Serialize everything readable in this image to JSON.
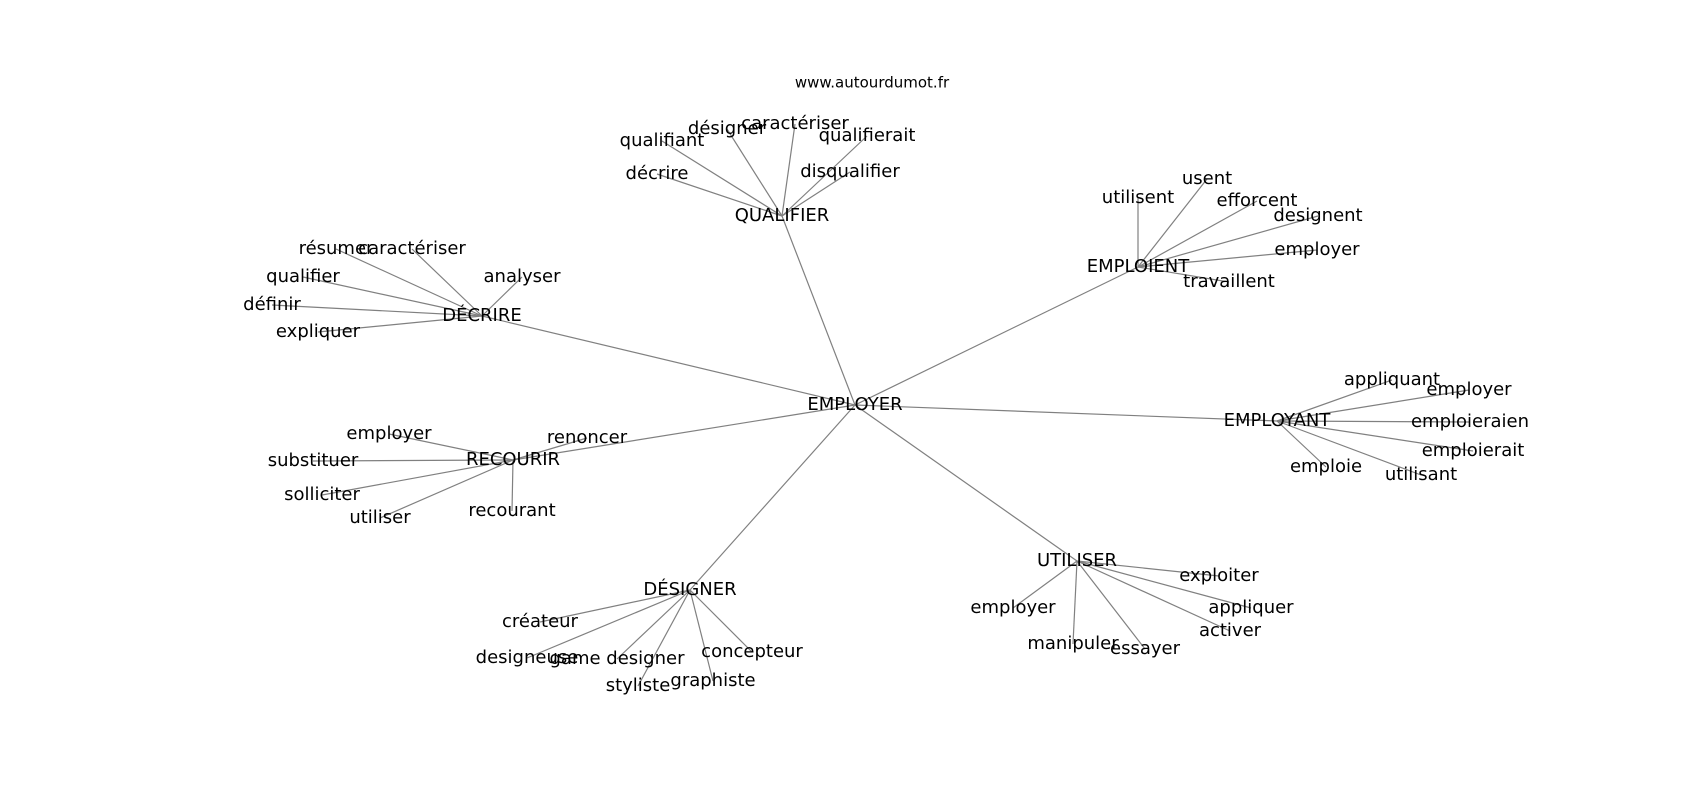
{
  "source": "www.autourdumot.fr",
  "center": "EMPLOYER",
  "clusters": [
    {
      "hub": "QUALIFIER",
      "words": [
        "qualifiant",
        "désigner",
        "caractériser",
        "qualifierait",
        "décrire",
        "disqualifier"
      ]
    },
    {
      "hub": "EMPLOIENT",
      "words": [
        "utilisent",
        "usent",
        "efforcent",
        "designent",
        "employer",
        "travaillent"
      ]
    },
    {
      "hub": "DÉCRIRE",
      "words": [
        "résumer",
        "caractériser",
        "analyser",
        "qualifier",
        "définir",
        "expliquer"
      ]
    },
    {
      "hub": "RECOURIR",
      "words": [
        "renoncer",
        "employer",
        "substituer",
        "solliciter",
        "utiliser",
        "recourant"
      ]
    },
    {
      "hub": "EMPLOYANT",
      "words": [
        "appliquant",
        "employer",
        "emploieraien",
        "emploierait",
        "emploie",
        "utilisant"
      ]
    },
    {
      "hub": "UTILISER",
      "words": [
        "exploiter",
        "appliquer",
        "activer",
        "essayer",
        "manipuler",
        "employer"
      ]
    },
    {
      "hub": "DÉSIGNER",
      "words": [
        "créateur",
        "designeuse",
        "game designer",
        "concepteur",
        "graphiste",
        "styliste"
      ]
    }
  ]
}
